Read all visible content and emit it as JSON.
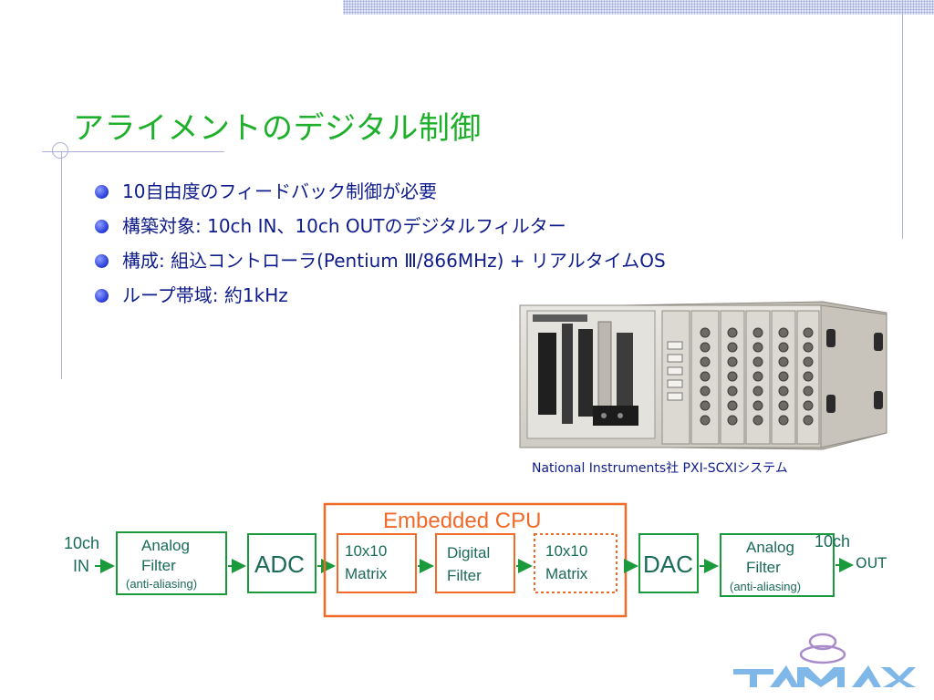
{
  "slide": {
    "title": "アライメントのデジタル制御",
    "bullets": [
      "10自由度のフィードバック制御が必要",
      "構築対象: 10ch IN、10ch OUTのデジタルフィルター",
      "構成: 組込コントローラ(Pentium Ⅲ/866MHz) + リアルタイムOS",
      "ループ帯域: 約1kHz"
    ],
    "caption": "National Instruments社 PXI-SCXIシステム"
  },
  "diagram": {
    "input_label_1": "10ch",
    "input_label_2": "IN",
    "analog_in": {
      "line1": "Analog",
      "line2": "Filter",
      "line3": "(anti-aliasing)"
    },
    "adc": "ADC",
    "cpu_title": "Embedded CPU",
    "matrix_in": {
      "line1": "10x10",
      "line2": "Matrix"
    },
    "digital_filter": {
      "line1": "Digital",
      "line2": "Filter"
    },
    "matrix_out": {
      "line1": "10x10",
      "line2": "Matrix"
    },
    "dac": "DAC",
    "analog_out": {
      "line1": "Analog",
      "line2": "Filter",
      "line3": "(anti-aliasing)"
    },
    "output_label_1": "10ch",
    "output_label_2": "OUT"
  },
  "colors": {
    "title": "#1fb02b",
    "bullet_text": "#0f1c8c",
    "diagram_green": "#1a9a3a",
    "diagram_orange": "#f06a28",
    "diagram_text": "#1a6b5a"
  }
}
